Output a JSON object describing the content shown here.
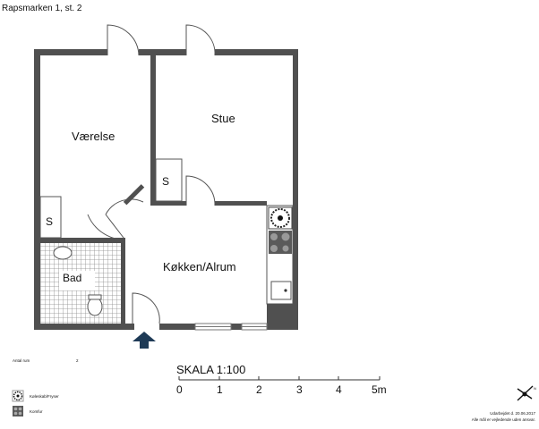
{
  "title": "Rapsmarken 1, st. 2",
  "rooms": {
    "vaerelse": "Værelse",
    "stue": "Stue",
    "storage_1": "S",
    "storage_2": "S",
    "bad": "Bad",
    "kokken": "Køkken/Alrum"
  },
  "info": {
    "room_count_label": "Antal rum",
    "room_count_value": "2"
  },
  "legend": [
    {
      "icon": "fridge-freezer-icon",
      "label": "Køleskab/Fryser"
    },
    {
      "icon": "stove-icon",
      "label": "Komfur"
    }
  ],
  "scale": {
    "title": "SKALA 1:100",
    "ticks": [
      "0",
      "1",
      "2",
      "3",
      "4",
      "5m"
    ]
  },
  "footer": {
    "date": "Udarbejdet d. 20.06.2017",
    "disclaimer": "Alle mål er vejledende uden ansvar."
  },
  "compass_label": "N",
  "colors": {
    "wall": "#505050",
    "arrow": "#1e3a56",
    "tile": "#9a9a9a"
  }
}
